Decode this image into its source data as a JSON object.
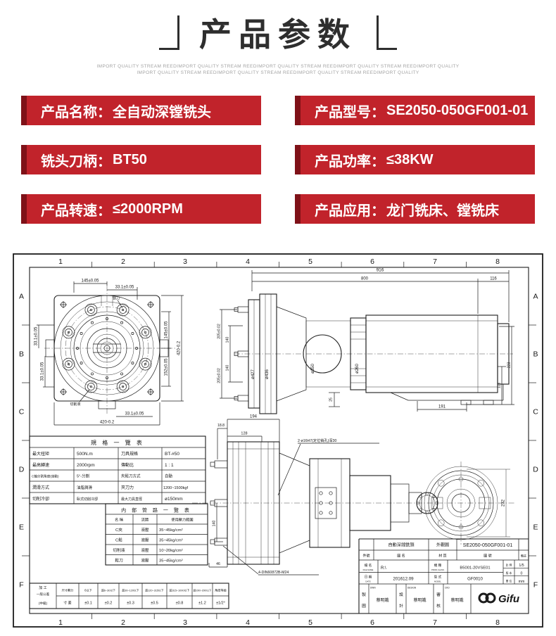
{
  "header": {
    "title": "产品参数",
    "tagline1": "IMPORT QUALITY STREAM REEDIMPORT QUALITY STREAM REEDIMPORT QUALITY STREAM REEDIMPORT QUALITY STREAM REEDIMPORT QUALITY",
    "tagline2": "IMPORT QUALITY STREAM REEDIMPORT QUALITY STREAM REEDIMPORT QUALITY STREAM REEDIMPORT QUALITY"
  },
  "colors": {
    "banner_red": "#c1232b",
    "banner_dark": "#7f1118"
  },
  "banners": [
    {
      "label": "产品名称：",
      "value": "全自动深镗铣头"
    },
    {
      "label": "产品型号：",
      "value": "SE2050-050GF001-01"
    },
    {
      "label": "铣头刀柄：",
      "value": "BT50"
    },
    {
      "label": "产品功率：",
      "value": "≤38KW"
    },
    {
      "label": "产品转速：",
      "value": "≤2000RPM"
    },
    {
      "label": "产品应用：",
      "value": "龙门铣床、镗铣床"
    }
  ],
  "drawing": {
    "grid": {
      "cols": [
        "1",
        "2",
        "3",
        "4",
        "5",
        "6",
        "7",
        "8"
      ],
      "rows": [
        "A",
        "B",
        "C",
        "D",
        "E",
        "F"
      ]
    },
    "front": {
      "dim_145_top": "145±0.05",
      "dim_331_top": "33.1±0.05",
      "callout_top": "锁刀",
      "dim_331_left_a": "33.1±0.05",
      "dim_331_left_b": "33.1±0.05",
      "dim_331_bottom": "33.1±0.05",
      "dim_420_bottom": "420-0.2",
      "dim_145_right": "145±0.05",
      "dim_152_right": "152±0.05",
      "dim_420_right": "420-0.2",
      "callout_bottom": "切削液"
    },
    "side": {
      "dim_916": "916",
      "dim_800": "800",
      "dim_116": "116",
      "dim_205_a": "205±0.02",
      "dim_140_a": "140",
      "dim_140_b": "140",
      "dim_205_b": "205±0.02",
      "dia_427": "ø427",
      "dia_436": "ø436",
      "dia_350": "ø350",
      "dia_260": "ø260",
      "dim_25": "25",
      "dim_191": "191",
      "dim_113": "113",
      "dim_223": "223"
    },
    "bottom": {
      "dim_194": "194",
      "dim_188": "18.8",
      "dim_128": "128",
      "dim_140": "140",
      "dim_46": "46",
      "dim_232": "232",
      "callout_pin": "2-ø16H7(定位销孔)深30",
      "callout_bolt": "4-DIN60872B-M24"
    },
    "spec_table": {
      "title": "規 格 一 覽 表",
      "rows": [
        [
          "最大扭矩",
          "500N.m",
          "刀具規格",
          "BT-#50"
        ],
        [
          "最高轉速",
          "2000rpm",
          "傳動比",
          "1 : 1"
        ],
        [
          "C軸分割角度(自動)",
          "5°-分割",
          "夾鬆刀方式",
          "自動"
        ],
        [
          "潤滑方式",
          "油脂潤滑",
          "夾刀力",
          "1200~1500kgf"
        ],
        [
          "切削冷卻",
          "臥式切削冷卻",
          "最大刀具直徑",
          "ø150mm"
        ]
      ]
    },
    "pipe_table": {
      "title": "内 部 管 路 一 覽 表",
      "headers": [
        "名 稱",
        "流體",
        "使用壓力範圍"
      ],
      "rows": [
        [
          "C夾",
          "液壓",
          "35~45kg/cm²"
        ],
        [
          "C鬆",
          "液壓",
          "35~45kg/cm²"
        ],
        [
          "切削液",
          "液壓",
          "10~20kg/cm²"
        ],
        [
          "鬆刀",
          "液壓",
          "35~45kg/cm²"
        ]
      ]
    },
    "tol_table": {
      "corner": [
        "加 工",
        "一般公差",
        "(中級)"
      ],
      "headers": [
        "尺寸劃分",
        "6以下",
        "超6~30以下",
        "超30~120以下",
        "超120~315以下",
        "超315~1000以下",
        "超1000~2000以下",
        "角度等級"
      ],
      "values": [
        "寸 差",
        "±0.1",
        "±0.2",
        "±0.3",
        "±0.5",
        "±0.8",
        "±1.2",
        "±1/2°"
      ]
    },
    "title_block": {
      "product": "自動深鏜銑頭",
      "view_label": "外觀圖",
      "drawing_no": "SE2050-050GF001-01",
      "h_item": "件號",
      "h_name": "圖 名",
      "h_material": "材 質",
      "h_no": "圖 號",
      "h_note": "備註",
      "file_label": "檔 名",
      "file_label_en": "FILE NAME",
      "file_value": "R:\\",
      "class_label": "機 種",
      "class_label_en": "PROD.CLASS",
      "class_value": "B5001-20VSE01",
      "scale_label": "比 例",
      "scale_value": "1/5",
      "rev_label": "版 本",
      "rev_value": "0",
      "unit_label": "單 位",
      "unit_value": "mm",
      "date_label": "日 期",
      "date_label_en": "DATE",
      "date_value": "201612.09",
      "model_label": "型 式",
      "model_label_en": "MODEL",
      "model_value": "GF0010",
      "dwn_label_a": "製",
      "dwn_label_b": "圖",
      "dwn_en": "DWN",
      "dwn_value": "蔡明娥",
      "design_label_a": "設",
      "design_label_b": "計",
      "design_en": "DESIGN",
      "design_value": "蔡明娥",
      "chk_label_a": "審",
      "chk_label_b": "核",
      "chk_en": "CKD",
      "chk_value": "蔡明娥",
      "logo_text": "Gifu"
    }
  }
}
